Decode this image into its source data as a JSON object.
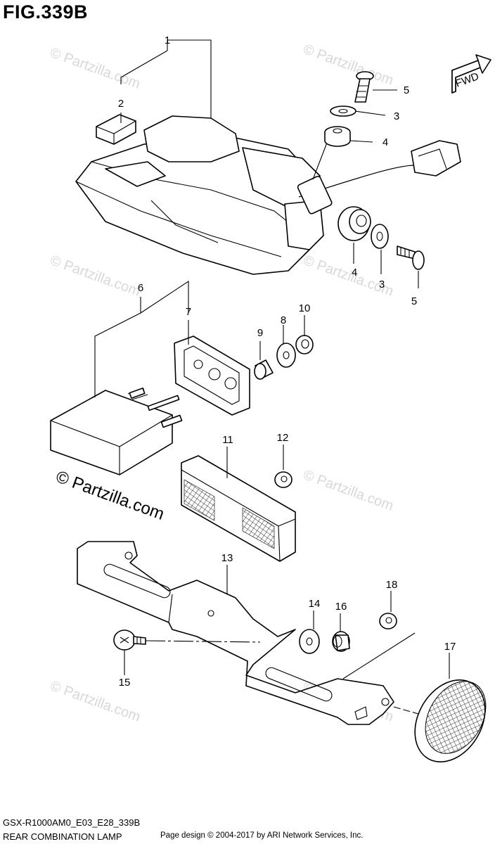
{
  "figure": {
    "title": "FIG.339B",
    "model_code": "GSX-R1000AM0_E03_E28_339B",
    "assembly_name": "REAR COMBINATION LAMP",
    "page_credit": "Page design © 2004-2017 by ARI Network Services, Inc."
  },
  "direction_badge": {
    "label": "FWD",
    "icon": "forward-arrow-icon"
  },
  "watermark": {
    "text": "© Partzilla.com",
    "brand_text": "© Partzilla.com"
  },
  "callouts": [
    {
      "id": "1",
      "label": "1"
    },
    {
      "id": "2",
      "label": "2"
    },
    {
      "id": "3a",
      "label": "3"
    },
    {
      "id": "3b",
      "label": "3"
    },
    {
      "id": "4a",
      "label": "4"
    },
    {
      "id": "4b",
      "label": "4"
    },
    {
      "id": "5a",
      "label": "5"
    },
    {
      "id": "5b",
      "label": "5"
    },
    {
      "id": "6",
      "label": "6"
    },
    {
      "id": "7",
      "label": "7"
    },
    {
      "id": "8",
      "label": "8"
    },
    {
      "id": "9",
      "label": "9"
    },
    {
      "id": "10",
      "label": "10"
    },
    {
      "id": "11",
      "label": "11"
    },
    {
      "id": "12",
      "label": "12"
    },
    {
      "id": "13",
      "label": "13"
    },
    {
      "id": "14",
      "label": "14"
    },
    {
      "id": "15",
      "label": "15"
    },
    {
      "id": "16",
      "label": "16"
    },
    {
      "id": "17",
      "label": "17"
    },
    {
      "id": "18",
      "label": "18"
    }
  ]
}
